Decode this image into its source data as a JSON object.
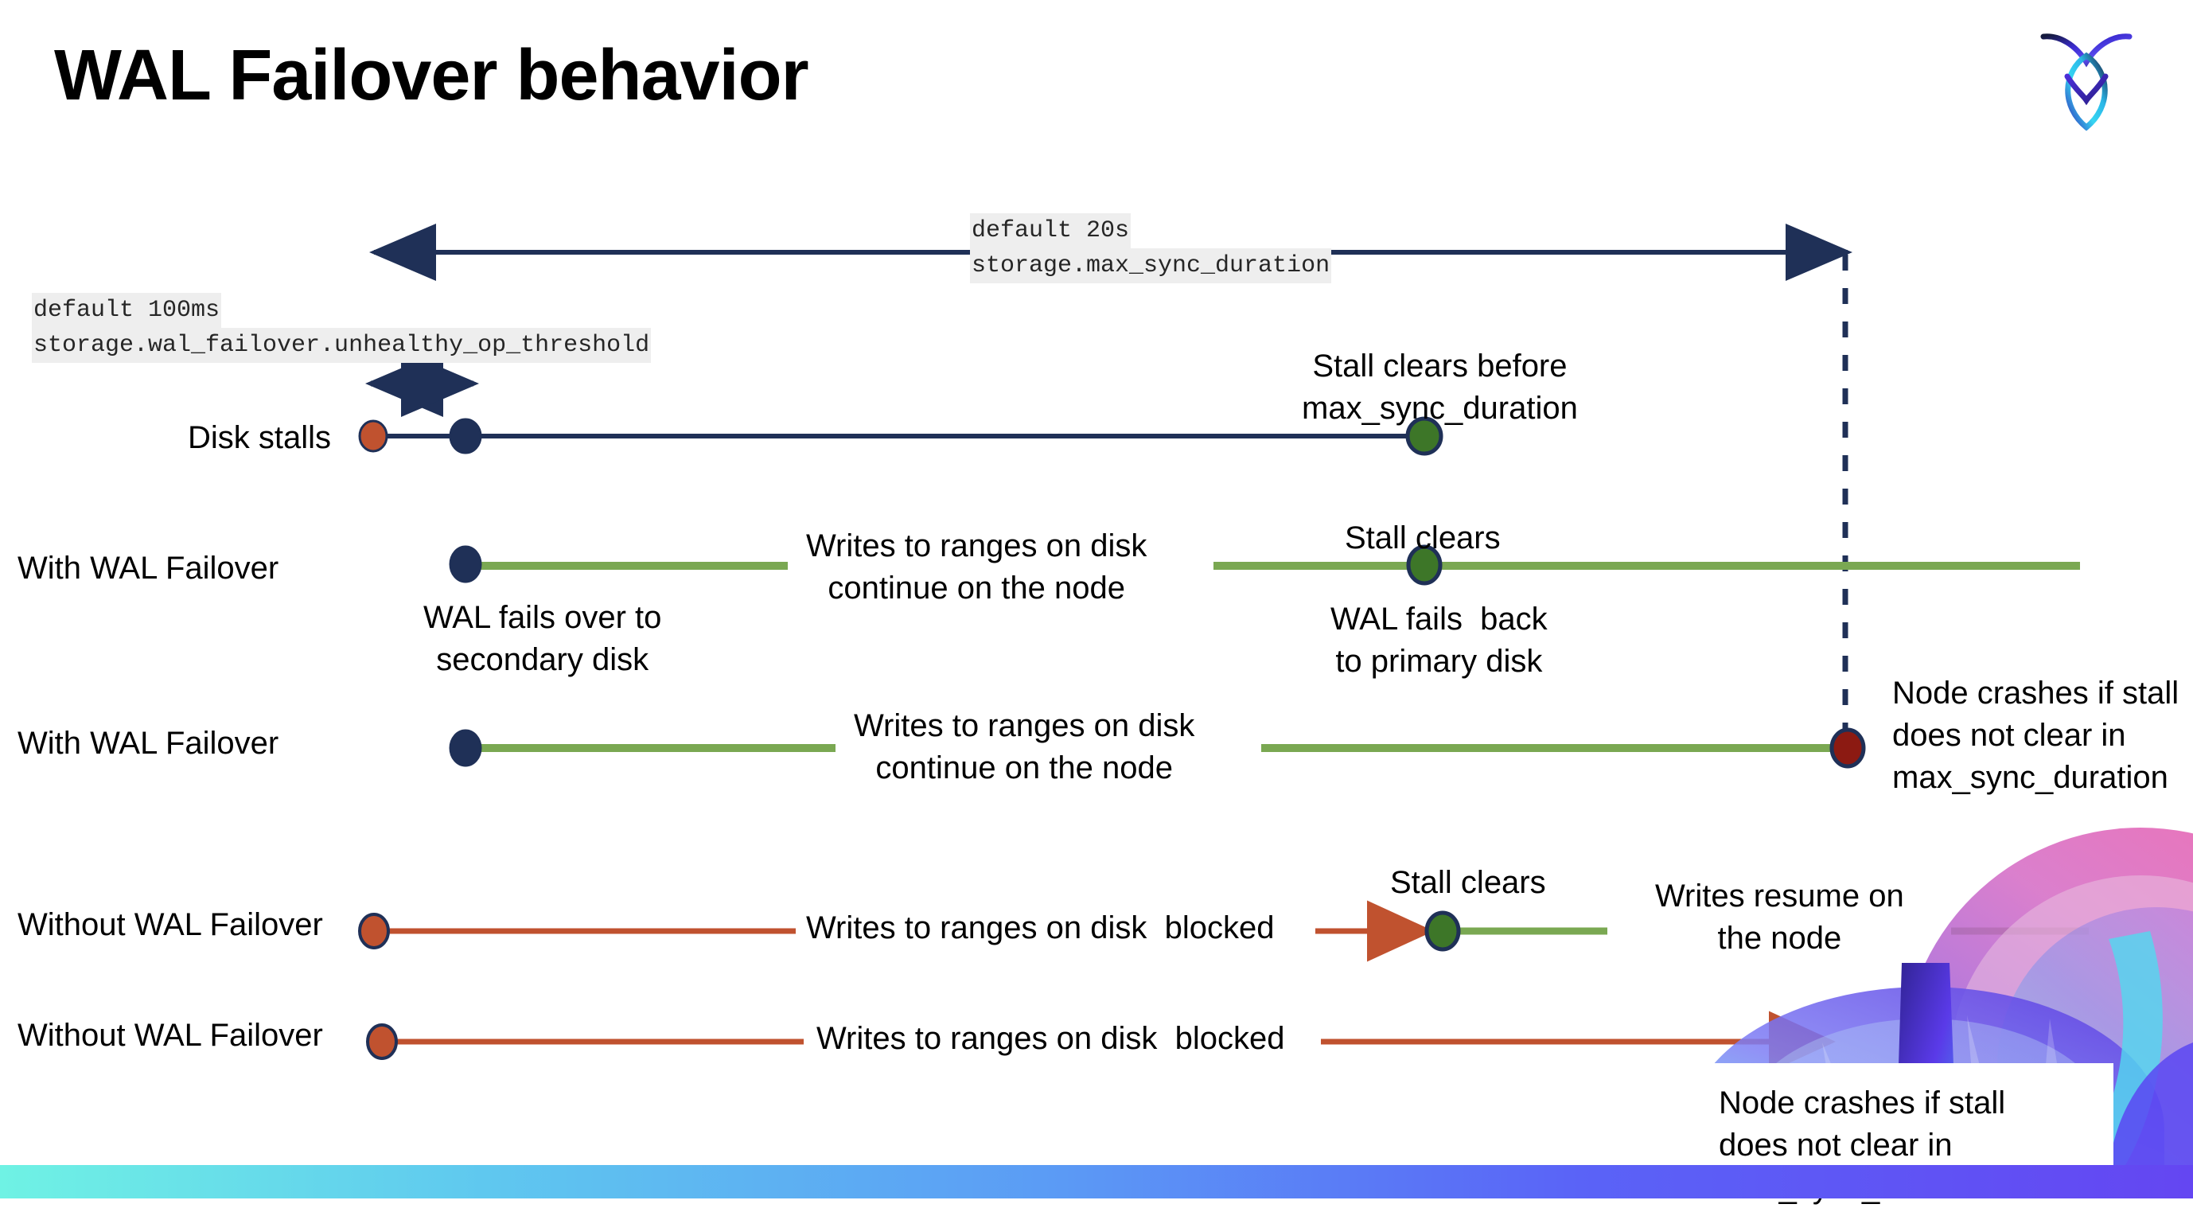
{
  "slide": {
    "title": "WAL Failover behavior",
    "logo_name": "cockroachdb-logo"
  },
  "settings": {
    "max_sync_duration": {
      "default_label": "default 20s",
      "setting_name": "storage.max_sync_duration"
    },
    "unhealthy_op_threshold": {
      "default_label": "default 100ms",
      "setting_name": "storage.wal_failover.unhealthy_op_threshold"
    }
  },
  "rows": {
    "disk_stalls": {
      "label": "Disk stalls"
    },
    "with_failover_1": {
      "label": "With WAL Failover"
    },
    "with_failover_2": {
      "label": "With WAL Failover"
    },
    "without_failover_1": {
      "label": "Without WAL Failover"
    },
    "without_failover_2": {
      "label": "Without WAL Failover"
    }
  },
  "annotations": {
    "stall_clears_before": "Stall clears before\nmax_sync_duration",
    "writes_continue_1": "Writes to ranges on disk\ncontinue on the node",
    "writes_continue_2": "Writes to ranges on disk\ncontinue on the node",
    "stall_clears_1": "Stall clears",
    "stall_clears_2": "Stall clears",
    "wal_fails_over": "WAL fails over to\nsecondary disk",
    "wal_fails_back": "WAL fails  back\nto primary disk",
    "node_crashes_1": "Node crashes if stall\ndoes not clear in\nmax_sync_duration",
    "node_crashes_2": "Node crashes if stall\ndoes not clear in\nmax_sync_duration",
    "writes_blocked_1": "Writes to ranges on disk  blocked",
    "writes_blocked_2": "Writes to ranges on disk  blocked",
    "writes_resume": "Writes resume on\nthe node"
  },
  "colors": {
    "navy": "#1f3057",
    "green_line": "#7aa852",
    "green_marker": "#3d7628",
    "red_marker": "#c0522f",
    "dark_red_marker": "#8c1a12",
    "red_line": "#c0522f",
    "code_bg": "#eeeeee",
    "gradient_start": "#6ff2e4",
    "gradient_end": "#6446f2"
  },
  "markers": [
    {
      "name": "disk-stall-start-marker",
      "color": "#c0522f",
      "row": "disk_stalls"
    },
    {
      "name": "unhealthy-threshold-marker",
      "color": "#1f3057",
      "row": "disk_stalls"
    },
    {
      "name": "stall-clear-marker",
      "color": "#3d7628",
      "row": "disk_stalls"
    },
    {
      "name": "failover-marker",
      "color": "#1f3057",
      "row": "with_failover_1"
    },
    {
      "name": "failback-marker",
      "color": "#3d7628",
      "row": "with_failover_1"
    },
    {
      "name": "failover-marker",
      "color": "#1f3057",
      "row": "with_failover_2"
    },
    {
      "name": "node-crash-marker",
      "color": "#8c1a12",
      "row": "with_failover_2"
    },
    {
      "name": "disk-stall-start-marker",
      "color": "#c0522f",
      "row": "without_failover_1"
    },
    {
      "name": "stall-clear-marker",
      "color": "#3d7628",
      "row": "without_failover_1"
    },
    {
      "name": "disk-stall-start-marker",
      "color": "#c0522f",
      "row": "without_failover_2"
    },
    {
      "name": "node-crash-marker",
      "color": "#8c1a12",
      "row": "without_failover_2"
    }
  ]
}
